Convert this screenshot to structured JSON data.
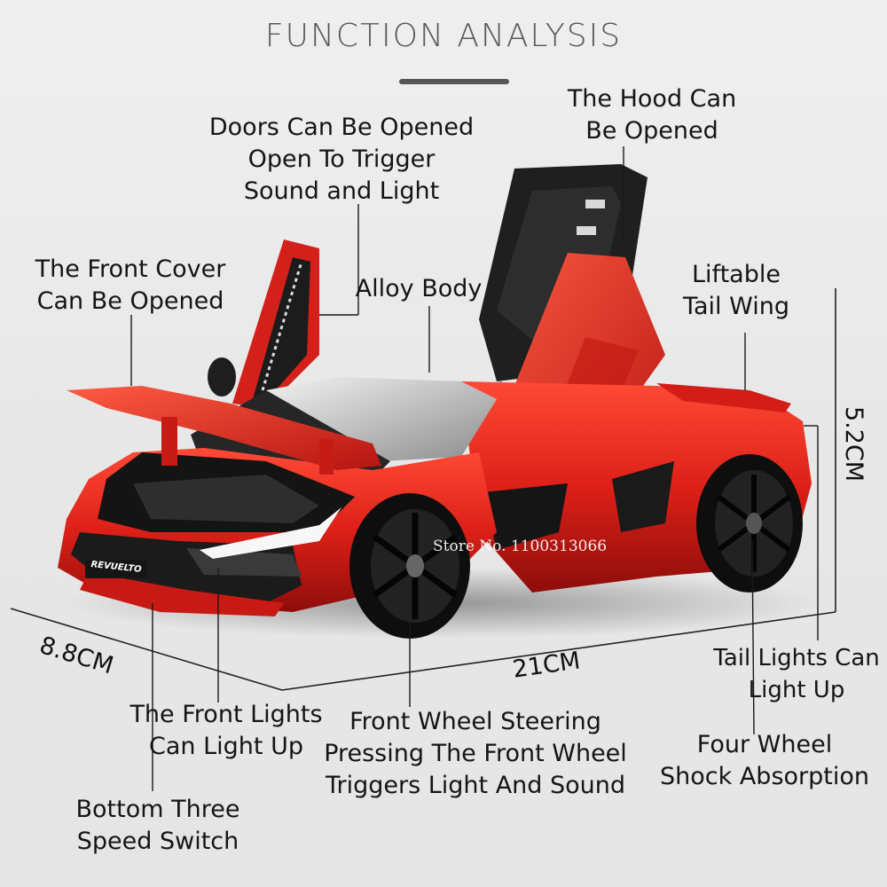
{
  "title": "FUNCTION ANALYSIS",
  "callouts": {
    "hood": [
      "The Hood Can",
      "Be Opened"
    ],
    "doors": [
      "Doors Can Be Opened",
      "Open To Trigger",
      "Sound and Light"
    ],
    "front_cover": [
      "The Front Cover",
      "Can Be Opened"
    ],
    "alloy": [
      "Alloy Body"
    ],
    "tail_wing": [
      "Liftable",
      "Tail Wing"
    ],
    "tail_lights": [
      "Tail Lights Can",
      "Light Up"
    ],
    "front_lights": [
      "The Front Lights",
      "Can Light Up"
    ],
    "steering": [
      "Front Wheel Steering",
      "Pressing The Front Wheel",
      "Triggers Light And Sound"
    ],
    "shock": [
      "Four Wheel",
      "Shock Absorption"
    ],
    "switch": [
      "Bottom Three",
      "Speed Switch"
    ]
  },
  "dimensions": {
    "width": "8.8CM",
    "length": "21CM",
    "height": "5.2CM"
  },
  "badge": "REVUELTO",
  "watermark": "Store No. 1100313066",
  "colors": {
    "car_body": "#d8211a",
    "car_dark": "#1c1c1c",
    "text": "#151515",
    "title": "#585858"
  }
}
